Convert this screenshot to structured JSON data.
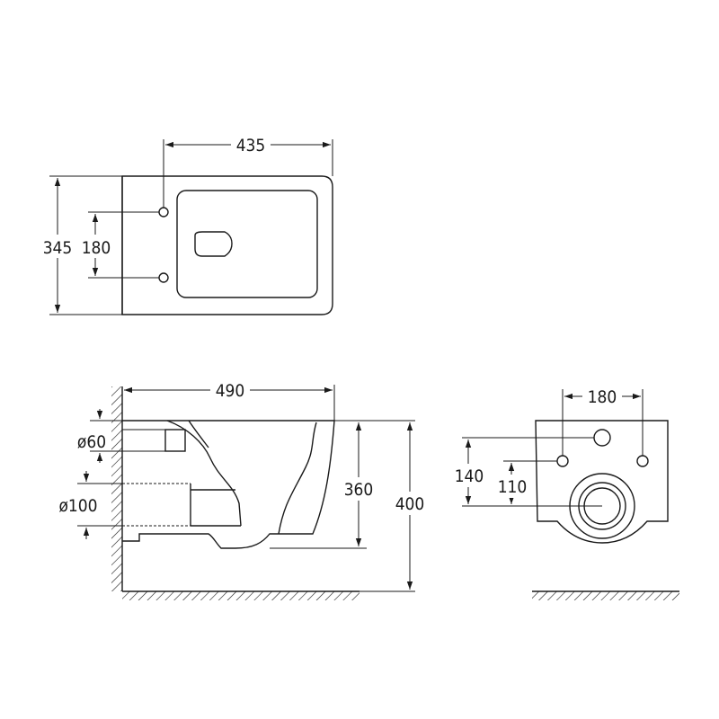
{
  "top_view": {
    "width_label": "435",
    "depth_label": "345",
    "bolt_spacing_label": "180"
  },
  "side_view": {
    "length_label": "490",
    "inlet_label": "ø60",
    "outlet_label": "ø100",
    "rim_height_label": "360",
    "total_height_label": "400"
  },
  "back_view": {
    "bolt_spacing_label": "180",
    "inlet_height_label": "140",
    "bolt_height_label": "110"
  },
  "colors": {
    "line": "#1a1a1a",
    "background": "#ffffff"
  }
}
